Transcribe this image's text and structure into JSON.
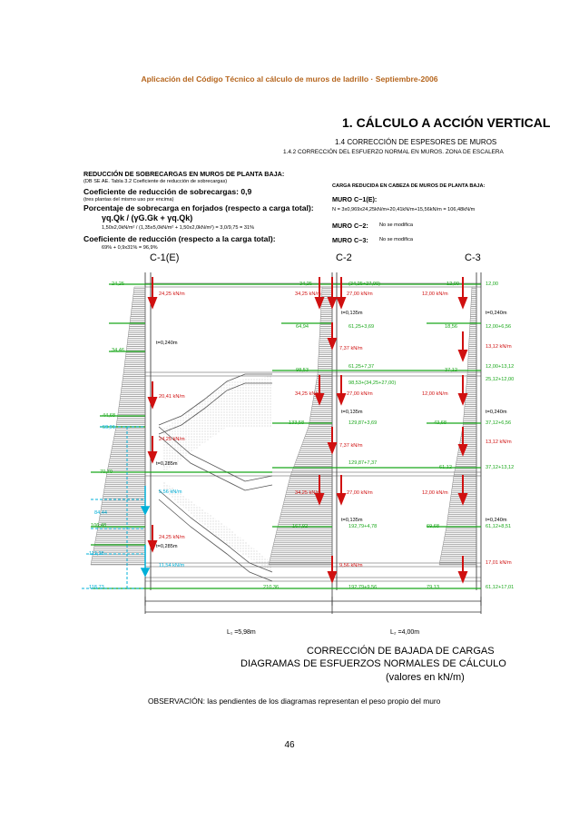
{
  "header": "Aplicación del Código Técnico al cálculo de muros de ladrillo · Septiembre-2006",
  "section": {
    "title": "1. CÁLCULO A ACCIÓN VERTICAL",
    "subtitle": "1.4 CORRECCIÓN DE ESPESORES DE MUROS",
    "subsubtitle": "1.4.2 CORRECCIÓN DEL ESFUERZO NORMAL EN MUROS. ZONA DE ESCALERA"
  },
  "left_block": {
    "title": "REDUCCIÓN DE SOBRECARGAS EN MUROS DE PLANTA BAJA:",
    "ref": "(DB SE AE. Tabla 3.2 Coeficiente de reducción de sobrecargas)",
    "coef_label": "Coeficiente de reducción de sobrecargas: 0,9",
    "coef_note": "(tres plantas del mismo uso por encima)",
    "pct_label": "Porcentaje de sobrecarga en forjados (respecto a carga total):",
    "formula": "γq.Qk / (γG.Gk + γq.Qk)",
    "formula_calc": "1,50x2,0kN/m² / (1,35x5,0kN/m² + 1,50x2,0kN/m²) = 3,0/9,75 = 31%",
    "load_coef_label": "Coeficiente de reducción (respecto a la carga total):",
    "load_coef_calc": "69% + 0,9x31% = 96,9%"
  },
  "right_block": {
    "title": "CARGA REDUCIDA EN CABEZA DE MUROS DE PLANTA BAJA:",
    "muro1_label": "MURO C−1(E):",
    "muro1_calc": "N = 3x0,969x24,25kN/m+20,41kN/m+15,56kN/m = 106,48kN/m",
    "muro2_label": "MURO C−2:",
    "muro2_note": "No se modifica",
    "muro3_label": "MURO C−3:",
    "muro3_note": "No se modifica"
  },
  "columns": {
    "c1": "C-1(E)",
    "c2": "C-2",
    "c3": "C-3"
  },
  "spans": {
    "l1": "L₁ =5,98m",
    "l2": "L₂ =4,00m"
  },
  "caption": {
    "line1": "CORRECCIÓN DE BAJADA DE CARGAS",
    "line2": "DIAGRAMAS DE ESFUERZOS NORMALES DE CÁLCULO",
    "line3": "(valores en kN/m)"
  },
  "observation": "OBSERVACIÓN: las pendientes de los diagramas representan el peso propio del muro",
  "page_number": "46",
  "diagram_labels": {
    "left_values": [
      "24,25",
      "34,46",
      "44,68",
      "59,91",
      "70,70",
      "84,44",
      "106,48",
      "112,25",
      "118,73"
    ],
    "c1_loads": [
      "24,25 kN/m",
      "20,41 kN/m",
      "24,25 kN/m",
      "5,56 kN/m",
      "24,25 kN/m",
      "11,54 kN/m"
    ],
    "c1_thickness": [
      "t=0,240m",
      "t=0,285m",
      "t=0,285m"
    ],
    "c2_top": "34,25",
    "c2_mid_values": [
      "64,94",
      "98,53",
      "133,58",
      "167,92",
      "210,36"
    ],
    "c2_loads": [
      "34,25 kN/m",
      "27,00 kN/m",
      "7,37 kN/m",
      "34,25 kN/m",
      "27,00 kN/m",
      "7,37 kN/m",
      "34,25 kN/m",
      "27,00 kN/m",
      "9,56 kN/m"
    ],
    "c2_thickness": [
      "t=0,135m",
      "t=0,135m",
      "t=0,135m"
    ],
    "c2_sums": [
      "(34,25+27,00)",
      "61,25+3,69",
      "61,25+7,37",
      "98,53+(34,25+27,00)",
      "129,87+3,69",
      "129,87+7,37",
      "192,79+4,78",
      "192,79+9,56"
    ],
    "c3_values": [
      "12,00",
      "18,56",
      "37,12",
      "43,68",
      "61,12",
      "69,68",
      "79,13"
    ],
    "c3_loads": [
      "12,00 kN/m",
      "13,12 kN/m",
      "12,00 kN/m",
      "13,12 kN/m",
      "12,00 kN/m",
      "17,01 kN/m"
    ],
    "c3_thickness": [
      "t=0,240m",
      "t=0,240m",
      "t=0,240m"
    ],
    "c3_sums": [
      "12,00",
      "12,00+6,56",
      "12,00+13,12",
      "25,12+12,00",
      "37,12+6,56",
      "37,12+13,12",
      "61,12+8,51",
      "61,12+17,01"
    ]
  }
}
